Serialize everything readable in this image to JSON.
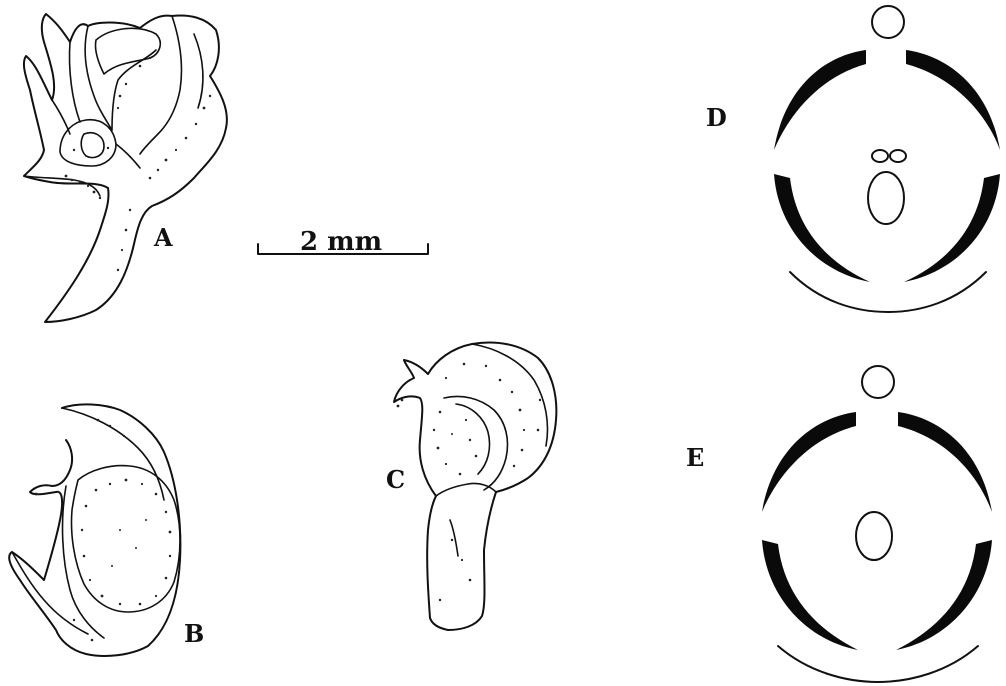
{
  "labels": {
    "a": "A",
    "b": "B",
    "c": "C",
    "d": "D",
    "e": "E"
  },
  "scale_bar": {
    "text": "2 mm"
  },
  "colors": {
    "ink": "#111111",
    "background": "#ffffff"
  }
}
